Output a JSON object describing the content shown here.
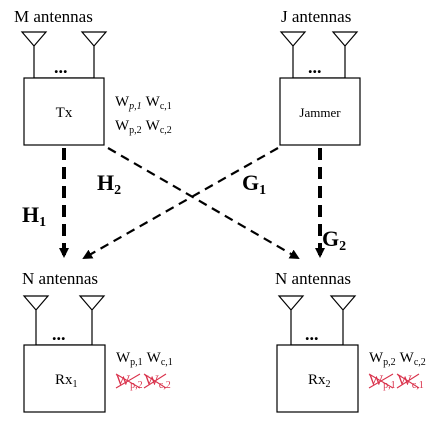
{
  "tx": {
    "antenna_label": "M antennas",
    "box_label": "Tx",
    "dots": "...",
    "precoders_row1": [
      {
        "base": "W",
        "sub": "p,1"
      },
      {
        "base": "W",
        "sub": "c,1"
      }
    ],
    "precoders_row2": [
      {
        "base": "W",
        "sub": "p,2"
      },
      {
        "base": "W",
        "sub": "c,2"
      }
    ]
  },
  "jammer": {
    "antenna_label": "J antennas",
    "box_label": "Jammer",
    "dots": "..."
  },
  "channels": {
    "H1": {
      "base": "H",
      "sub": "1"
    },
    "H2": {
      "base": "H",
      "sub": "2"
    },
    "G1": {
      "base": "G",
      "sub": "1"
    },
    "G2": {
      "base": "G",
      "sub": "2"
    }
  },
  "rx1": {
    "antenna_label": "N antennas",
    "box_label": {
      "base": "Rx",
      "sub": "1"
    },
    "dots": "...",
    "known": [
      {
        "base": "W",
        "sub": "p,1"
      },
      {
        "base": "W",
        "sub": "c,1"
      }
    ],
    "unknown": [
      {
        "base": "W",
        "sub": "p,2"
      },
      {
        "base": "W",
        "sub": "c,2"
      }
    ]
  },
  "rx2": {
    "antenna_label": "N antennas",
    "box_label": {
      "base": "Rx",
      "sub": "2"
    },
    "dots": "...",
    "known": [
      {
        "base": "W",
        "sub": "p,2"
      },
      {
        "base": "W",
        "sub": "c,2"
      }
    ],
    "unknown": [
      {
        "base": "W",
        "sub": "p,1"
      },
      {
        "base": "W",
        "sub": "c,1"
      }
    ]
  },
  "colors": {
    "strike": "#d9304a",
    "line": "#000000"
  }
}
